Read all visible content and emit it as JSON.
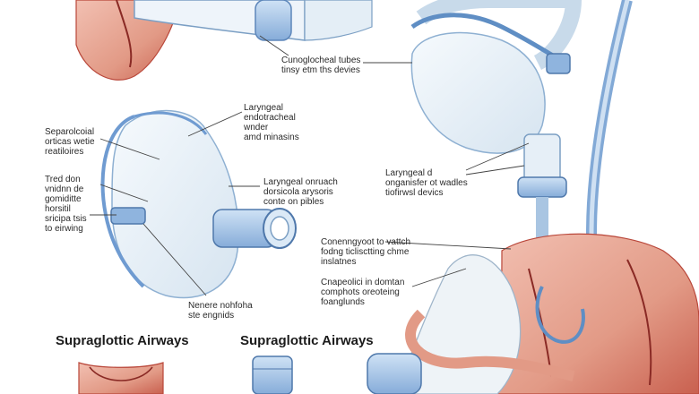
{
  "labels": {
    "top_right": "Cunoglocheal tubes\ntinsy etm ths devies",
    "left_top": "Separolcoial\norticas wetie\nreatiloires",
    "center_top": "Laryngeal\nendotracheal\nwnder\namd minasins",
    "left_mid": "Tred don\nvnidnn de\ngomiditte\nhorsitil\nsricipa tsis\nto eirwing",
    "center_mid": "Laryngeal onruach\ndorsicola arysoris\nconte on pibles",
    "right_mid": "Laryngeal d\nonganisfer ot wadles\ntiofirwsl devics",
    "center_bottom": "Nenere nohfoha\nste engnids",
    "right_lower_1": "Conenngyoot to vattch\nfodng ticlisctting chme\ninslatnes",
    "right_lower_2": "Cnapeolici in domtan\ncomphots oreoteing\nfoanglunds"
  },
  "titles": {
    "left": "Supraglottic Airways",
    "center": "Supraglottic Airways"
  },
  "colors": {
    "tissue": "#e29a86",
    "tissue_dark": "#b9473a",
    "device_fill": "#e4eef6",
    "device_stroke": "#7b9fc4",
    "tube_blue": "#6f9bd1",
    "connector": "#9cc0e6"
  }
}
